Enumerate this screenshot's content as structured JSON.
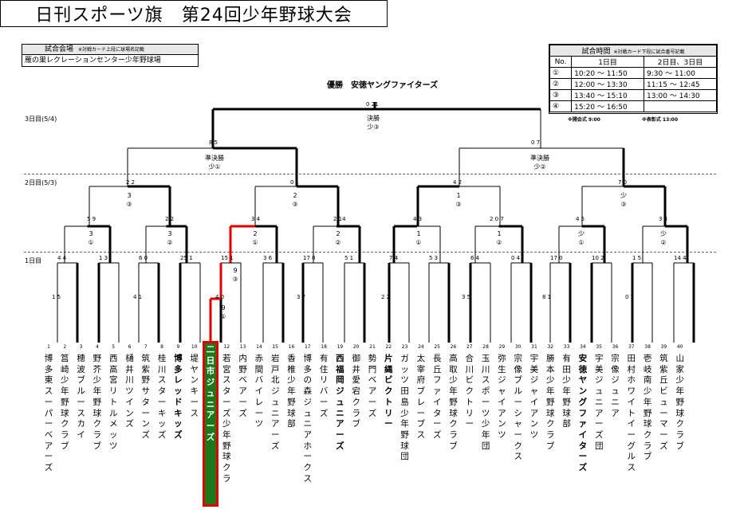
{
  "title": "日刊スポーツ旗　第24回少年野球大会",
  "venue": {
    "header": "試合会場",
    "header_note": "※対戦カード上段に球場名記載",
    "name": "雁の巣レクレーションセンター少年野球場"
  },
  "times": {
    "header": "試合時間",
    "header_note": "※対戦カード下段に試合番号記載",
    "col_no": "No.",
    "col_day1": "1日目",
    "col_day23": "2日目、3日目",
    "rows": [
      {
        "no": "①",
        "d1": "10:20 ～ 11:50",
        "d23": "9:30 ～ 11:00"
      },
      {
        "no": "②",
        "d1": "12:00 ～ 13:30",
        "d23": "11:15 ～ 12:45"
      },
      {
        "no": "③",
        "d1": "13:40 ～ 15:10",
        "d23": "13:00 ～ 14:30"
      },
      {
        "no": "④",
        "d1": "15:20 ～ 16:50",
        "d23": ""
      }
    ],
    "note_left": "※開会式 9:00",
    "note_right": "※表彰式 13:00"
  },
  "champion": "優勝　安徳ヤングファイターズ",
  "days": {
    "day3": "3日目(5/4)",
    "day2": "2日目(5/3)",
    "day1": "1日目"
  },
  "final": {
    "score": "0 21",
    "name": "決勝",
    "ground": "少③"
  },
  "semis": [
    {
      "name": "準決勝",
      "ground": "少①",
      "score": "8 5"
    },
    {
      "name": "準決勝",
      "ground": "少②",
      "score": "0 7"
    }
  ],
  "qf_labels": [
    {
      "a": "3",
      "b": "③",
      "score": "2 2"
    },
    {
      "a": "2",
      "b": "③",
      "score": "0 1"
    },
    {
      "a": "1",
      "b": "③",
      "score": "4 2"
    },
    {
      "a": "少",
      "b": "③",
      "score": "7 0"
    }
  ],
  "r16_labels": [
    {
      "a": "3",
      "b": "①",
      "score": "5 9"
    },
    {
      "a": "3",
      "b": "②",
      "score": "2 2"
    },
    {
      "a": "2",
      "b": "①",
      "score": "3 4"
    },
    {
      "a": "2",
      "b": "②",
      "score": "2 14"
    },
    {
      "a": "1",
      "b": "①",
      "score": "4 3"
    },
    {
      "a": "1",
      "b": "②",
      "score": "2 0 7"
    },
    {
      "a": "少",
      "b": "①",
      "score": "4 5"
    },
    {
      "a": "少",
      "b": "②",
      "score": "3 4"
    }
  ],
  "r1_scores": [
    "4 4",
    "1 3",
    "6 0",
    "25 1",
    "15 1",
    "3 6",
    "17 0",
    "5 1",
    "7 4",
    "5 3",
    "6 4",
    "0 4",
    "17 0",
    "10 2",
    "1 5",
    "14 4"
  ],
  "r0": [
    {
      "score": "4 0",
      "a": "9",
      "b": "①"
    },
    {
      "score": "9",
      "a": "9",
      "b": "③"
    }
  ],
  "pre_scores": [
    "1 5",
    "4 1",
    "3 7",
    "2 2",
    "3 5",
    "8 1",
    "0 7"
  ],
  "teams": [
    {
      "no": "1",
      "name": "博多東スーパーベアーズ"
    },
    {
      "no": "2",
      "name": "筥崎少年野球クラブ"
    },
    {
      "no": "3",
      "name": "穂波ブルースカイ"
    },
    {
      "no": "4",
      "name": "野芥少年野球クラブ"
    },
    {
      "no": "5",
      "name": "西高宮リトルメッツ"
    },
    {
      "no": "6",
      "name": "樋井川ツインズ"
    },
    {
      "no": "7",
      "name": "筑紫野サターンズ"
    },
    {
      "no": "8",
      "name": "桂川スターキッズ"
    },
    {
      "no": "9",
      "name": "博多レッドキッズ"
    },
    {
      "no": "10",
      "name": "堤ヤンキース"
    },
    {
      "no": "11",
      "name": "二日市ジュニアーズ"
    },
    {
      "no": "12",
      "name": "若宮スターズ少年野球クラ"
    },
    {
      "no": "13",
      "name": "内野ベアーズ"
    },
    {
      "no": "14",
      "name": "赤間バイレーツ"
    },
    {
      "no": "15",
      "name": "岩戸北ジュニアーズ"
    },
    {
      "no": "16",
      "name": "香椎少年野球部"
    },
    {
      "no": "17",
      "name": "博多の森ジュニアホークス"
    },
    {
      "no": "18",
      "name": "有住リバーズ"
    },
    {
      "no": "19",
      "name": "西福岡ジュニアーズ"
    },
    {
      "no": "20",
      "name": "御井愛宕クラブ"
    },
    {
      "no": "21",
      "name": "勢門ベアーズ"
    },
    {
      "no": "22",
      "name": "片縄ビクトリー"
    },
    {
      "no": "23",
      "name": "ガッツ田島少年野球団"
    },
    {
      "no": "24",
      "name": "太宰府ブレーブス"
    },
    {
      "no": "25",
      "name": "長丘ファイターズ"
    },
    {
      "no": "26",
      "name": "高取少年野球クラブ"
    },
    {
      "no": "27",
      "name": "合川ビクトリー"
    },
    {
      "no": "28",
      "name": "玉川スポーツ少年団"
    },
    {
      "no": "29",
      "name": "弥生ジャイアンツ"
    },
    {
      "no": "30",
      "name": "宗像ブルーシャークス"
    },
    {
      "no": "31",
      "name": "宇美ジャイアンツ"
    },
    {
      "no": "32",
      "name": "勝本少年野球クラブ"
    },
    {
      "no": "33",
      "name": "有田少年野球部"
    },
    {
      "no": "34",
      "name": "安徳ヤングファイターズ"
    },
    {
      "no": "35",
      "name": "宇美ジュニアーズ団"
    },
    {
      "no": "36",
      "name": "宗像ジュニア"
    },
    {
      "no": "37",
      "name": "田村ホワイトイーグルス"
    },
    {
      "no": "38",
      "name": "壱岐南少年野球クラブ"
    },
    {
      "no": "39",
      "name": "筑紫丘ビューマーズ"
    },
    {
      "no": "40",
      "name": "山家少年野球クラブ"
    }
  ],
  "colors": {
    "winner_bg": "#1a7a1a",
    "path": "#e00000",
    "header_bg": "#e8e8e8"
  }
}
